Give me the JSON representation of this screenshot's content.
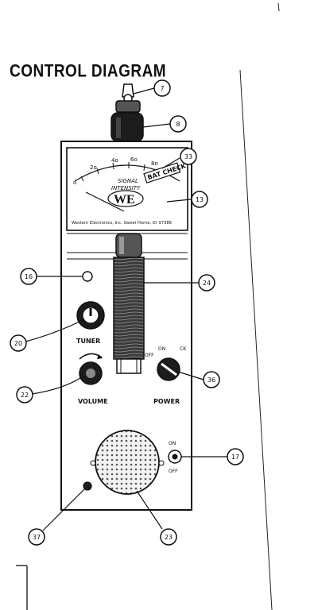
{
  "title": "CONTROL DIAGRAM",
  "meter": {
    "signal_text": "SIGNAL",
    "intensity_text": "INTENSITY",
    "bat_check_text": "BAT CHECK",
    "scale_marks": [
      "o",
      "2o",
      "4o",
      "6o",
      "8o"
    ],
    "maker_text": "Western Electronics, Inc. Sweet Home, Or 97386"
  },
  "controls": {
    "tuner_label": "TUNER",
    "volume_label": "VOLUME",
    "power_label": "POWER",
    "power_off": "OFF",
    "power_on": "ON",
    "power_check": "CK",
    "switch_on": "ON",
    "switch_off": "OFF"
  },
  "callouts": [
    "7",
    "8",
    "33",
    "13",
    "16",
    "24",
    "20",
    "36",
    "22",
    "17",
    "37",
    "23"
  ]
}
